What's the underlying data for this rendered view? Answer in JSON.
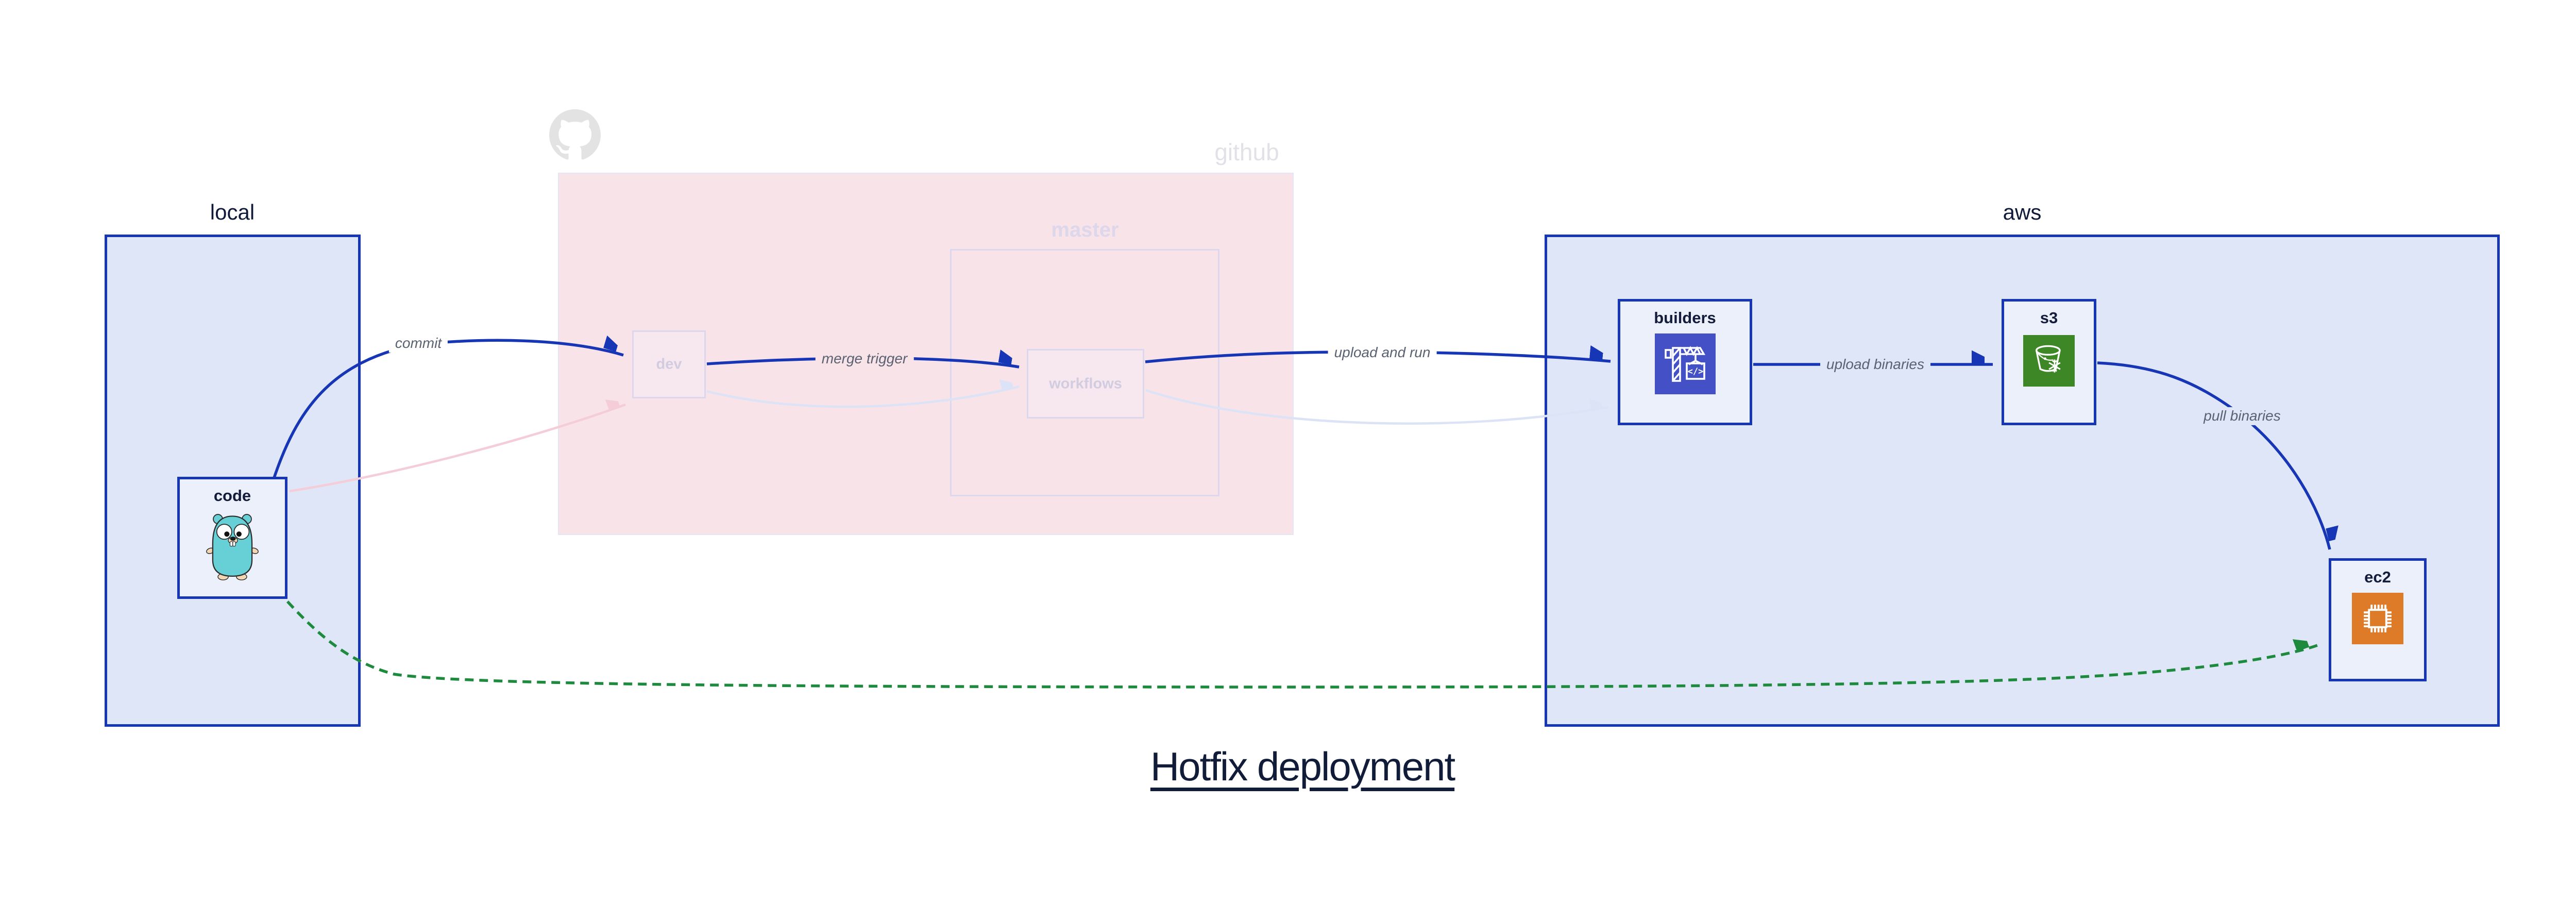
{
  "title": "Hotfix deployment",
  "regions": {
    "local": {
      "label": "local"
    },
    "github": {
      "label": "github"
    },
    "aws": {
      "label": "aws"
    }
  },
  "nodes": {
    "code": {
      "label": "code",
      "icon": "go-gopher-icon"
    },
    "dev": {
      "label": "dev"
    },
    "master": {
      "label": "master"
    },
    "workflows": {
      "label": "workflows"
    },
    "builders": {
      "label": "builders",
      "icon": "codebuild-crane-icon"
    },
    "s3": {
      "label": "s3",
      "icon": "s3-glacier-bucket-icon"
    },
    "ec2": {
      "label": "ec2",
      "icon": "ec2-chip-icon"
    }
  },
  "edges": {
    "commit": {
      "label": "commit",
      "from": "code",
      "to": "dev",
      "style": "solid-blue"
    },
    "merge_trigger": {
      "label": "merge trigger",
      "from": "dev",
      "to": "workflows",
      "style": "solid-blue"
    },
    "upload_and_run": {
      "label": "upload and run",
      "from": "workflows",
      "to": "builders",
      "style": "solid-blue"
    },
    "upload_binaries": {
      "label": "upload binaries",
      "from": "builders",
      "to": "s3",
      "style": "solid-blue"
    },
    "pull_binaries": {
      "label": "pull binaries",
      "from": "s3",
      "to": "ec2",
      "style": "solid-blue"
    },
    "hotfix_bypass": {
      "label": "",
      "from": "code",
      "to": "ec2",
      "style": "dashed-green"
    },
    "faded_code_to_dev": {
      "label": "",
      "from": "code",
      "to": "dev",
      "style": "faded-pink"
    },
    "faded_dev_to_workflows": {
      "label": "",
      "from": "dev",
      "to": "workflows",
      "style": "faded-lavender"
    },
    "faded_workflows_to_builders": {
      "label": "",
      "from": "workflows",
      "to": "builders",
      "style": "faded-lavender"
    }
  },
  "colors": {
    "accent_blue": "#1636b5",
    "region_fill": "#dfe6f8",
    "node_fill": "#ecf0fb",
    "github_pink_fill": "#f8e3e9",
    "faded_border": "#dcd7ec",
    "faded_label": "#d2cce0",
    "github_gray": "#e3e3e3",
    "edge_label_gray": "#5a6272",
    "navy_text": "#111c38",
    "hotfix_green": "#1e8a3e",
    "faded_pink_line": "#f4cdd8",
    "faded_lavender_line": "#dde3f6",
    "codebuild_indigo": "#4450c5",
    "s3_glacier_green": "#3e8726",
    "ec2_orange": "#dd7b28",
    "gopher_teal": "#67cfd6"
  }
}
